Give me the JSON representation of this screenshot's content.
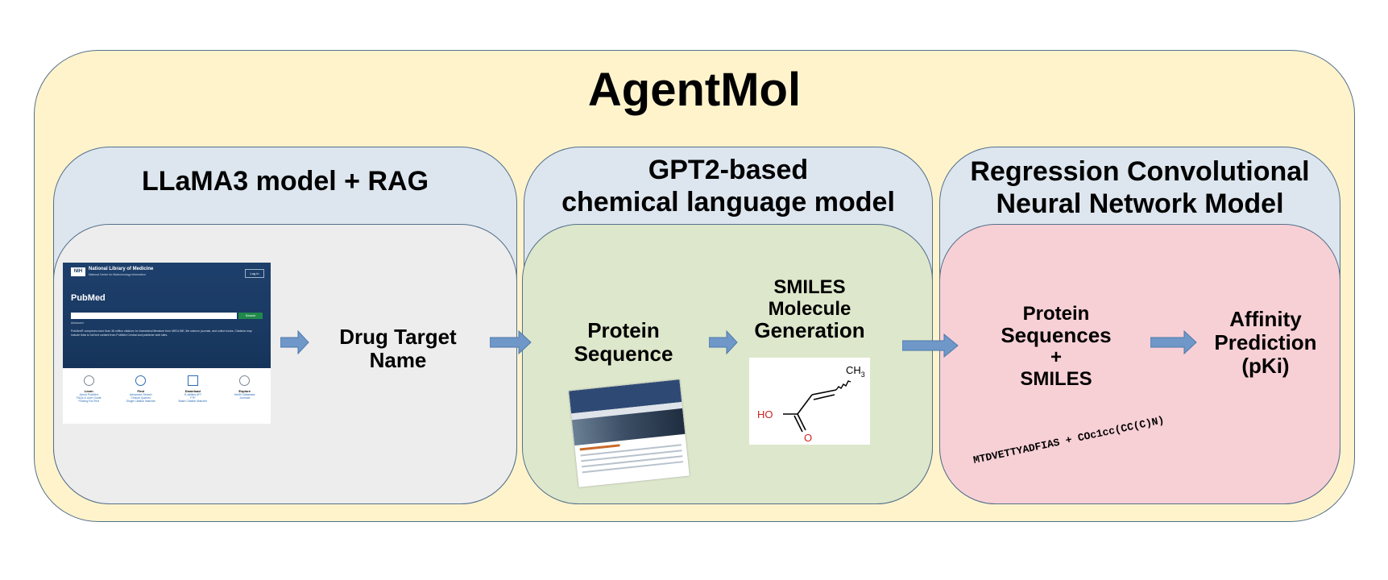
{
  "title": "AgentMol",
  "panels": [
    {
      "title": "LLaMA3 model + RAG"
    },
    {
      "title_line1": "GPT2-based",
      "title_line2": "chemical language model"
    },
    {
      "title_line1": "Regression Convolutional",
      "title_line2": "Neural Network Model"
    }
  ],
  "pubmed": {
    "org_name": "National Library of Medicine",
    "org_sub": "National Center for Biotechnology Information",
    "login": "Log in",
    "logo": "PubMed",
    "search_button": "Search",
    "advanced": "Advanced",
    "blurb": "PubMed® comprises more than 36 million citations for biomedical literature from MEDLINE, life science journals, and online books. Citations may include links to full text content from PubMed Central and publisher web sites.",
    "columns": [
      {
        "heading": "Learn",
        "links": [
          "About PubMed",
          "FAQs & User Guide",
          "Finding Full Text"
        ]
      },
      {
        "heading": "Find",
        "links": [
          "Advanced Search",
          "Clinical Queries",
          "Single Citation Matcher"
        ]
      },
      {
        "heading": "Download",
        "links": [
          "E-utilities API",
          "FTP",
          "Batch Citation Matcher"
        ]
      },
      {
        "heading": "Explore",
        "links": [
          "MeSH Database",
          "Journals"
        ]
      }
    ]
  },
  "labels": {
    "drug_target_line1": "Drug Target",
    "drug_target_line2": "Name",
    "protein_line1": "Protein",
    "protein_line2": "Sequence",
    "smiles_line1": "SMILES",
    "smiles_line2": "Molecule",
    "smiles_line3": "Generation",
    "combo_line1": "Protein",
    "combo_line2": "Sequences",
    "combo_line3": "+",
    "combo_line4": "SMILES",
    "affinity_line1": "Affinity",
    "affinity_line2": "Prediction",
    "affinity_line3": "(pKi)"
  },
  "molecule": {
    "ch3": "CH",
    "ch3_sub": "3",
    "ho": "HO",
    "o": "O"
  },
  "sequence_text": "MTDVETTYADFIAS + COc1cc(CC(C)N)",
  "colors": {
    "outer_bg": "#fff3cc",
    "header_bg": "#dde6ee",
    "panel1_bg": "#ededed",
    "panel2_bg": "#dde7cb",
    "panel3_bg": "#f7d0d6",
    "arrow": "#6f98c8",
    "border": "#54708c"
  }
}
